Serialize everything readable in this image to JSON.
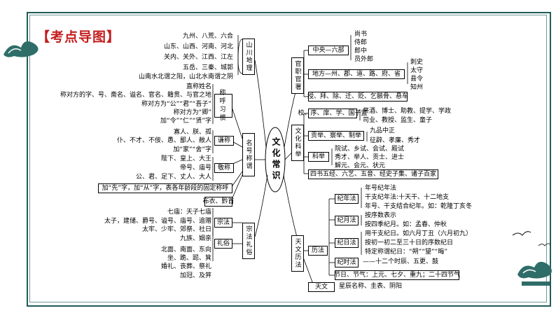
{
  "title": "【考点导图】",
  "center": "文化常识",
  "left": {
    "shanchuan": {
      "label": "山川地理",
      "items": [
        "九州、八荒、六合",
        "山东、山西、河南、河北",
        "关内、关外、江西、江左",
        "五岳、三秦、城郭",
        "山南水北谓之阳，山北水南谓之阴"
      ]
    },
    "mingji": {
      "label": "名号称谓",
      "chenghu": {
        "label": "称呼习惯",
        "items": [
          "直称姓名",
          "称对方的字、号、斋名、谥名、官名、籍贯、与官之地",
          "称对方为“公”“君”“吾子”",
          "称对方为“卿”",
          "加“令”“仁”“贤”字"
        ]
      },
      "qiancheng": {
        "label": "谦称",
        "items": [
          "寡人、朕、孤",
          "仆、不才、不佞、愚、鄙人、敝人",
          "加“家”“舍”字"
        ]
      },
      "jingcheng": {
        "label": "敬称",
        "items": [
          "陛下、皇上、大王",
          "帝号、庙号",
          "公、君、足下、丈人、大人"
        ]
      },
      "extra": [
        "加“先”字，加“从”字，表各年龄段的固定称呼",
        "布衣、黔首"
      ]
    },
    "zongfa": {
      "label": "宗法礼俗",
      "zongfa_sub": {
        "label": "宗法",
        "items": [
          "七庙：天子七庙",
          "太子，建储、爵号、谥号、庙号、追赠",
          "太牢、少牢、郊祭、社日",
          "九族、姻亲"
        ]
      },
      "lisu": {
        "label": "礼俗",
        "items": [
          "北面、南面、东向",
          "坐、跪、跽、箕",
          "婚礼、丧葬、祭礼",
          "加冠、及笄"
        ]
      }
    }
  },
  "right": {
    "guanzhi": {
      "label": "官职官署",
      "zhongyang": {
        "label": "中央—六部",
        "items": [
          "尚书",
          "侍郎",
          "郎中",
          "员外郎"
        ]
      },
      "difang": {
        "label": "地方—州、郡、道、路、府、省",
        "items": [
          "刺史",
          "太守",
          "县令",
          "知州"
        ]
      },
      "verbs": "授、拜、除、迁、贬、乞骸骨、悬车"
    },
    "keju": {
      "label": "文化科举",
      "xiao": {
        "label": "校、序、庠、学、国子监",
        "items": [
          "祭酒、博士、助教、提学、学政",
          "司业、教授、监生、童子"
        ]
      },
      "gongju": {
        "label": "贡举、察举、制举",
        "items": [
          "九品中正",
          "征辟、孝廉、秀才"
        ]
      },
      "kju": {
        "label": "科举",
        "items": [
          "院试、乡试、会试、殿试",
          "秀才、举人、贡士、进士",
          "解元、会元、状元"
        ]
      },
      "shu": "四书五经、六艺、五音、经史子集、诸子百家"
    },
    "tianwen": {
      "label": "天文历法",
      "lifa": {
        "label": "历法",
        "jinian": {
          "label": "纪年法",
          "items": [
            "年号纪年法",
            "干支纪年法:十天干、十二地支",
            "年号、干支结合纪年。如：乾隆丁亥冬"
          ]
        },
        "jiyue": {
          "label": "纪月法",
          "items": [
            "按序数表示",
            "按四季纪月。如：孟春、仲秋"
          ]
        },
        "jiri": {
          "label": "纪日法",
          "items": [
            "用干支纪日。如六月丁丑（六月初九）",
            "按初一初二至三十日的序数纪日",
            "特定称谓纪日：“朔”“望”“晦”"
          ]
        },
        "jishi": {
          "label": "纪时法",
          "text": "——十二个时辰、五更、鼓"
        },
        "jieri": "节日、节气：上元、七夕、重九；二十四节气"
      },
      "tw": {
        "label": "天文",
        "text": "星辰名称、圭表、阴阳"
      }
    }
  }
}
